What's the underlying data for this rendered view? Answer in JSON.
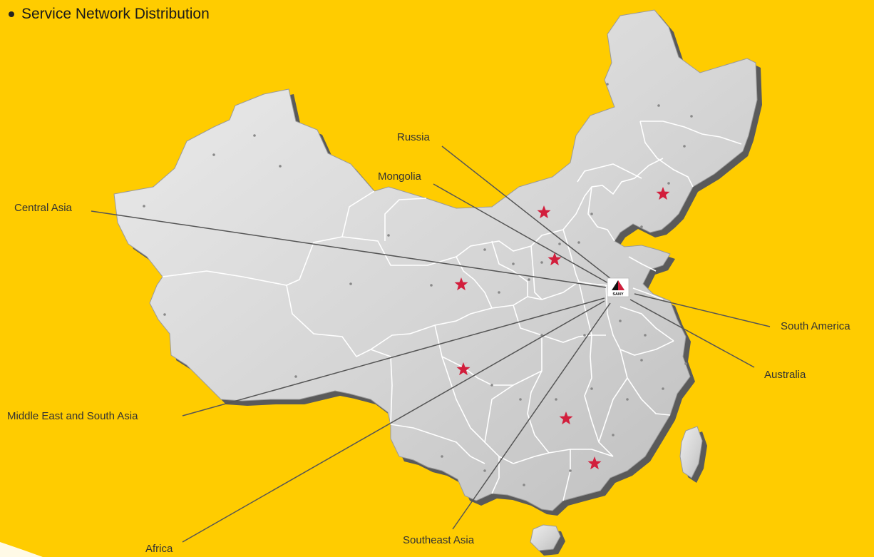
{
  "title": "Service Network Distribution",
  "colors": {
    "background": "#FFCC00",
    "map_fill": "#D9D9D9",
    "map_shadow": "#5a5a5a",
    "border": "#ffffff",
    "star": "#D21E3C",
    "line": "#555555"
  },
  "hub": {
    "logo_text": "SANY"
  },
  "routes": [
    {
      "label": "Russia"
    },
    {
      "label": "Mongolia"
    },
    {
      "label": "Central Asia"
    },
    {
      "label": "Middle East and South Asia"
    },
    {
      "label": "Africa"
    },
    {
      "label": "Southeast Asia"
    },
    {
      "label": "South America"
    },
    {
      "label": "Australia"
    }
  ]
}
